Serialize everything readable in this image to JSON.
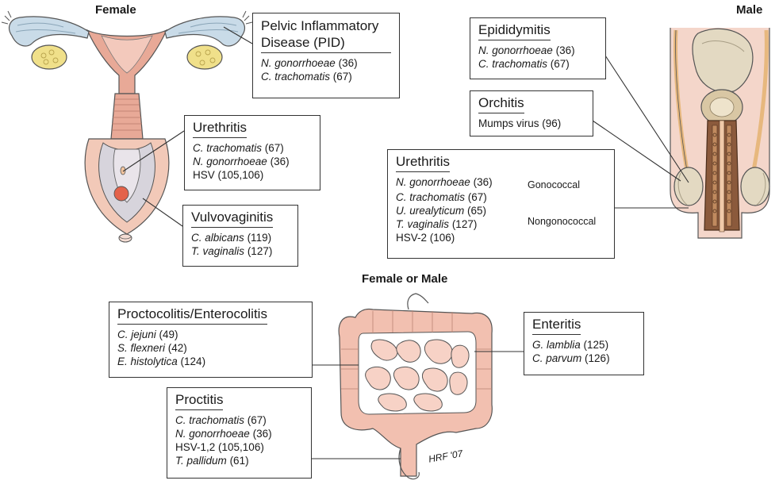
{
  "headings": {
    "female": "Female",
    "male": "Male",
    "both": "Female or Male"
  },
  "boxes": {
    "pid": {
      "title_line1": "Pelvic Inflammatory",
      "title_line2": "Disease (PID)",
      "organisms": [
        {
          "name": "N. gonorrhoeae",
          "ref": "(36)"
        },
        {
          "name": "C. trachomatis",
          "ref": "(67)"
        }
      ]
    },
    "urethritis_f": {
      "title": "Urethritis",
      "organisms": [
        {
          "name": "C. trachomatis",
          "ref": "(67)"
        },
        {
          "name": "N. gonorrhoeae",
          "ref": "(36)"
        },
        {
          "name": "",
          "ref": "HSV (105,106)"
        }
      ]
    },
    "vulvovaginitis": {
      "title": "Vulvovaginitis",
      "organisms": [
        {
          "name": "C. albicans",
          "ref": "(119)"
        },
        {
          "name": "T. vaginalis",
          "ref": "(127)"
        }
      ]
    },
    "epididymitis": {
      "title": "Epididymitis",
      "organisms": [
        {
          "name": "N. gonorrhoeae",
          "ref": "(36)"
        },
        {
          "name": "C. trachomatis",
          "ref": "(67)"
        }
      ]
    },
    "orchitis": {
      "title": "Orchitis",
      "organisms": [
        {
          "name": "",
          "ref": "Mumps virus (96)"
        }
      ]
    },
    "urethritis_m": {
      "title": "Urethritis",
      "organisms": [
        {
          "name": "N. gonorrhoeae",
          "ref": "(36)"
        },
        {
          "name": "C. trachomatis",
          "ref": "(67)"
        },
        {
          "name": "U. urealyticum",
          "ref": "(65)"
        },
        {
          "name": "T. vaginalis",
          "ref": "(127)"
        },
        {
          "name": "",
          "ref": "HSV-2 (106)"
        }
      ],
      "gonococcal": "Gonococcal",
      "nongonococcal": "Nongonococcal"
    },
    "proctocolitis": {
      "title": "Proctocolitis/Enterocolitis",
      "organisms": [
        {
          "name": "C. jejuni",
          "ref": "(49)"
        },
        {
          "name": "S. flexneri",
          "ref": "(42)"
        },
        {
          "name": "E. histolytica",
          "ref": "(124)"
        }
      ]
    },
    "proctitis": {
      "title": "Proctitis",
      "organisms": [
        {
          "name": "C. trachomatis",
          "ref": "(67)"
        },
        {
          "name": "N. gonorrhoeae",
          "ref": "(36)"
        },
        {
          "name": "",
          "ref": "HSV-1,2 (105,106)"
        },
        {
          "name": "T. pallidum",
          "ref": "(61)"
        }
      ]
    },
    "enteritis": {
      "title": "Enteritis",
      "organisms": [
        {
          "name": "G. lamblia",
          "ref": "(125)"
        },
        {
          "name": "C. parvum",
          "ref": "(126)"
        }
      ]
    }
  },
  "signature": "HRF '07",
  "colors": {
    "skin": "#f2c9b8",
    "tissue": "#e6a99a",
    "ovary": "#f0e08a",
    "tube": "#c9dbe8",
    "brown": "#8b5a3c",
    "gland": "#d9c7a4",
    "line": "#333333"
  }
}
